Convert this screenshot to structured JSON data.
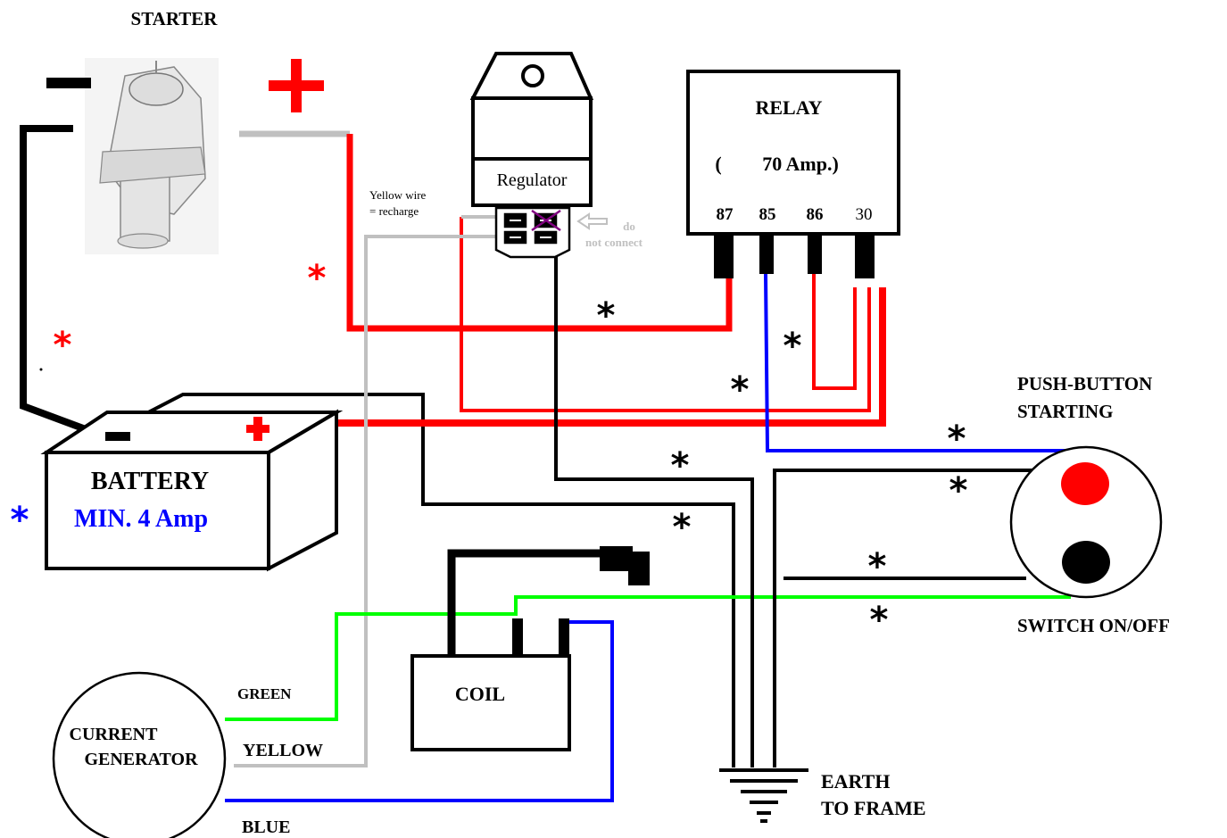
{
  "labels": {
    "starter": "STARTER",
    "relay": "RELAY",
    "relay_rating_open": "(",
    "relay_rating": "70  Amp.)",
    "pin_87": "87",
    "pin_85": "85",
    "pin_86": "86",
    "pin_30": "30",
    "regulator": "Regulator",
    "yellow_wire_line1": "Yellow wire",
    "yellow_wire_line2": "= recharge",
    "do_not_connect_line1": "do",
    "do_not_connect_line2": "not connect",
    "push_button_line1": "PUSH-BUTTON",
    "push_button_line2": "STARTING",
    "battery": "BATTERY",
    "battery_min": "MIN. 4 Amp",
    "switch": "SWITCH ON/OFF",
    "coil": "COIL",
    "generator_line1": "CURRENT",
    "generator_line2": "GENERATOR",
    "wire_green": "GREEN",
    "wire_yellow": "YELLOW",
    "wire_blue": "BLUE",
    "earth_line1": "EARTH",
    "earth_line2": "TO FRAME",
    "starter_minus": "−",
    "starter_plus": "+",
    "battery_minus": "−",
    "battery_plus": "+",
    "star_symbol": "*"
  },
  "colors": {
    "red_wire": "#ff0000",
    "blue_wire": "#0000ff",
    "green_wire": "#00ff00",
    "grey_wire": "#c0c0c0",
    "black_wire": "#000000",
    "blue_text": "#0000ff"
  }
}
